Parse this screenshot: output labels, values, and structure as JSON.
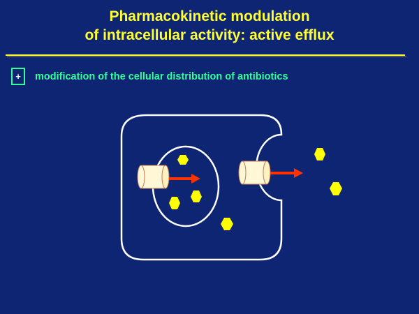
{
  "slide": {
    "title_line1": "Pharmacokinetic modulation",
    "title_line2": "of intracellular activity: active efflux",
    "bullet_symbol": "+",
    "bullet_text": "modification of the cellular distribution of antibiotics"
  },
  "colors": {
    "background": "#0d2573",
    "title": "#ffff33",
    "bullet": "#33ff99",
    "cell_outline": "#ffffff",
    "antibiotic": "#ffff00",
    "pump_body": "#fff7d6",
    "efflux_arrow": "#ff3300"
  },
  "diagram": {
    "icons": [
      "cell-membrane",
      "vacuole",
      "efflux-pump",
      "efflux-arrow",
      "antibiotic-molecule"
    ],
    "pumps": 2,
    "antibiotic_molecules": 6
  }
}
